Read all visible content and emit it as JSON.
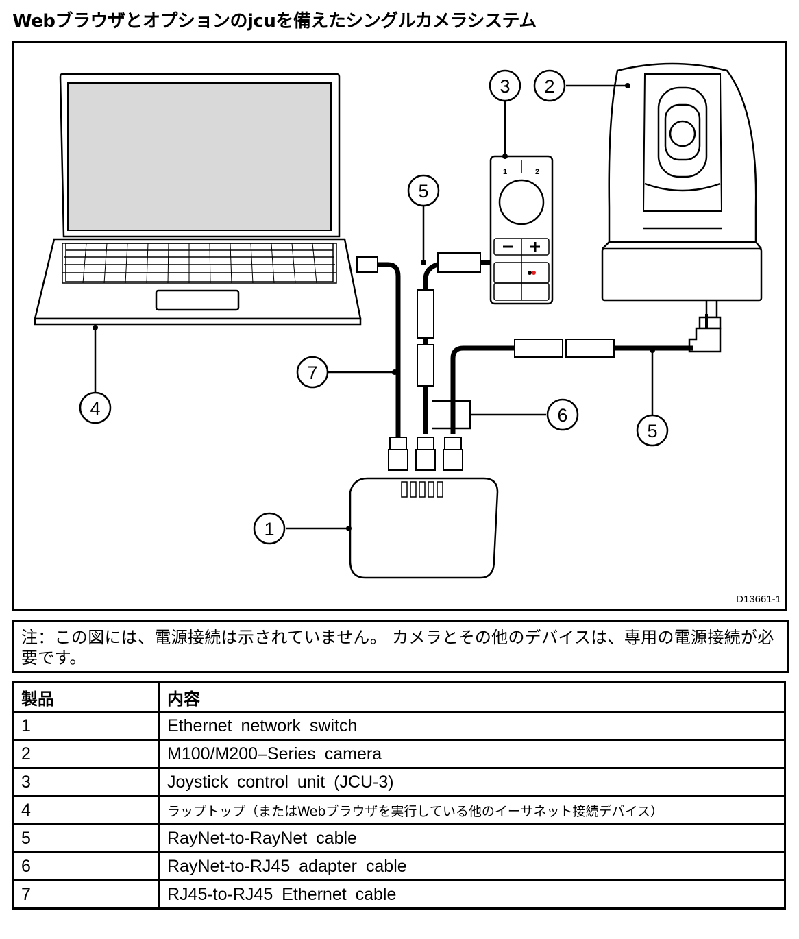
{
  "title": "Webブラウザとオプションのjcuを備えたシングルカメラシステム",
  "figure": {
    "id": "D13661-1",
    "callouts": {
      "switch": "1",
      "camera": "2",
      "jcu": "3",
      "laptop": "4",
      "raynet_top": "5",
      "raynet_bottom": "5",
      "adapter": "6",
      "ethernet": "7"
    }
  },
  "note": "注：この図には、電源接続は示されていません。 カメラとその他のデバイスは、専用の電源接続が必要です。",
  "table": {
    "headers": [
      "製品",
      "内容"
    ],
    "rows": [
      {
        "num": "1",
        "desc": "Ethernet network switch"
      },
      {
        "num": "2",
        "desc": "M100/M200–Series camera"
      },
      {
        "num": "3",
        "desc": "Joystick control unit (JCU-3)"
      },
      {
        "num": "4",
        "desc": "ラップトップ（またはWebブラウザを実行している他のイーサネット接続デバイス）"
      },
      {
        "num": "5",
        "desc": "RayNet-to-RayNet cable"
      },
      {
        "num": "6",
        "desc": "RayNet-to-RJ45 adapter cable"
      },
      {
        "num": "7",
        "desc": "RJ45-to-RJ45 Ethernet cable"
      }
    ]
  },
  "colors": {
    "line": "#000000",
    "screen": "#d9d9d9",
    "led_red": "#e02020"
  }
}
